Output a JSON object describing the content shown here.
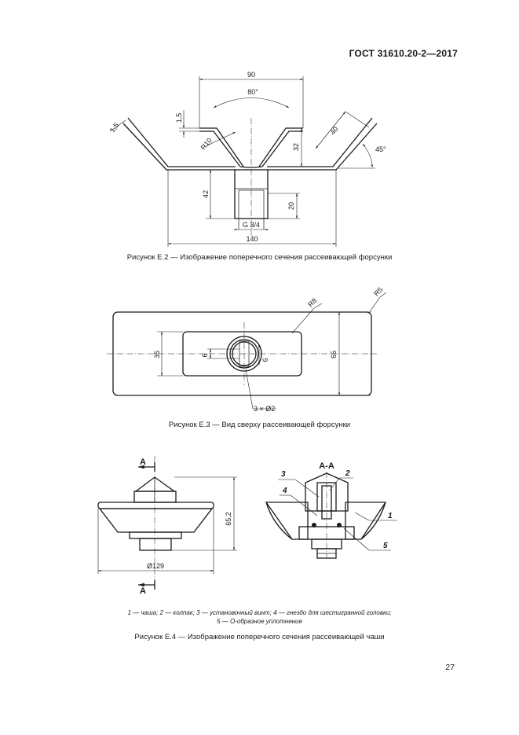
{
  "header": {
    "doc_code": "ГОСТ 31610.20-2—2017"
  },
  "fig_e2": {
    "caption": "Рисунок Е.2 — Изображение поперечного сечения рассеивающей форсунки",
    "dims": {
      "d90": "90",
      "d80": "80°",
      "d15a": "1,5",
      "d15b": "1,5",
      "d40": "40",
      "d45": "45°",
      "r10": "R10",
      "d32": "32",
      "d42": "42",
      "d20": "20",
      "g34": "G 3/4",
      "d140": "140"
    }
  },
  "fig_e3": {
    "caption": "Рисунок Е.3 — Вид сверху рассеивающей форсунки",
    "dims": {
      "r8": "R8",
      "r5": "R5",
      "d35": "35",
      "d65": "65",
      "d6a": "6",
      "d6b": "6",
      "holes": "3 × Ø2"
    }
  },
  "fig_e4": {
    "caption": "Рисунок Е.4 — Изображение поперечного сечения рассеивающей чаши",
    "section_a": "A",
    "section_aa": "A-A",
    "dims": {
      "d652": "65,2",
      "d129": "Ø129"
    },
    "callouts": [
      "1",
      "2",
      "3",
      "4",
      "5"
    ],
    "legend_line1": "1 — чаша; 2 — колпак; 3 — установочный винт; 4 — гнездо для шестигранной головки;",
    "legend_line2": "5 — O-образное уплотнение"
  },
  "page_number": "27"
}
